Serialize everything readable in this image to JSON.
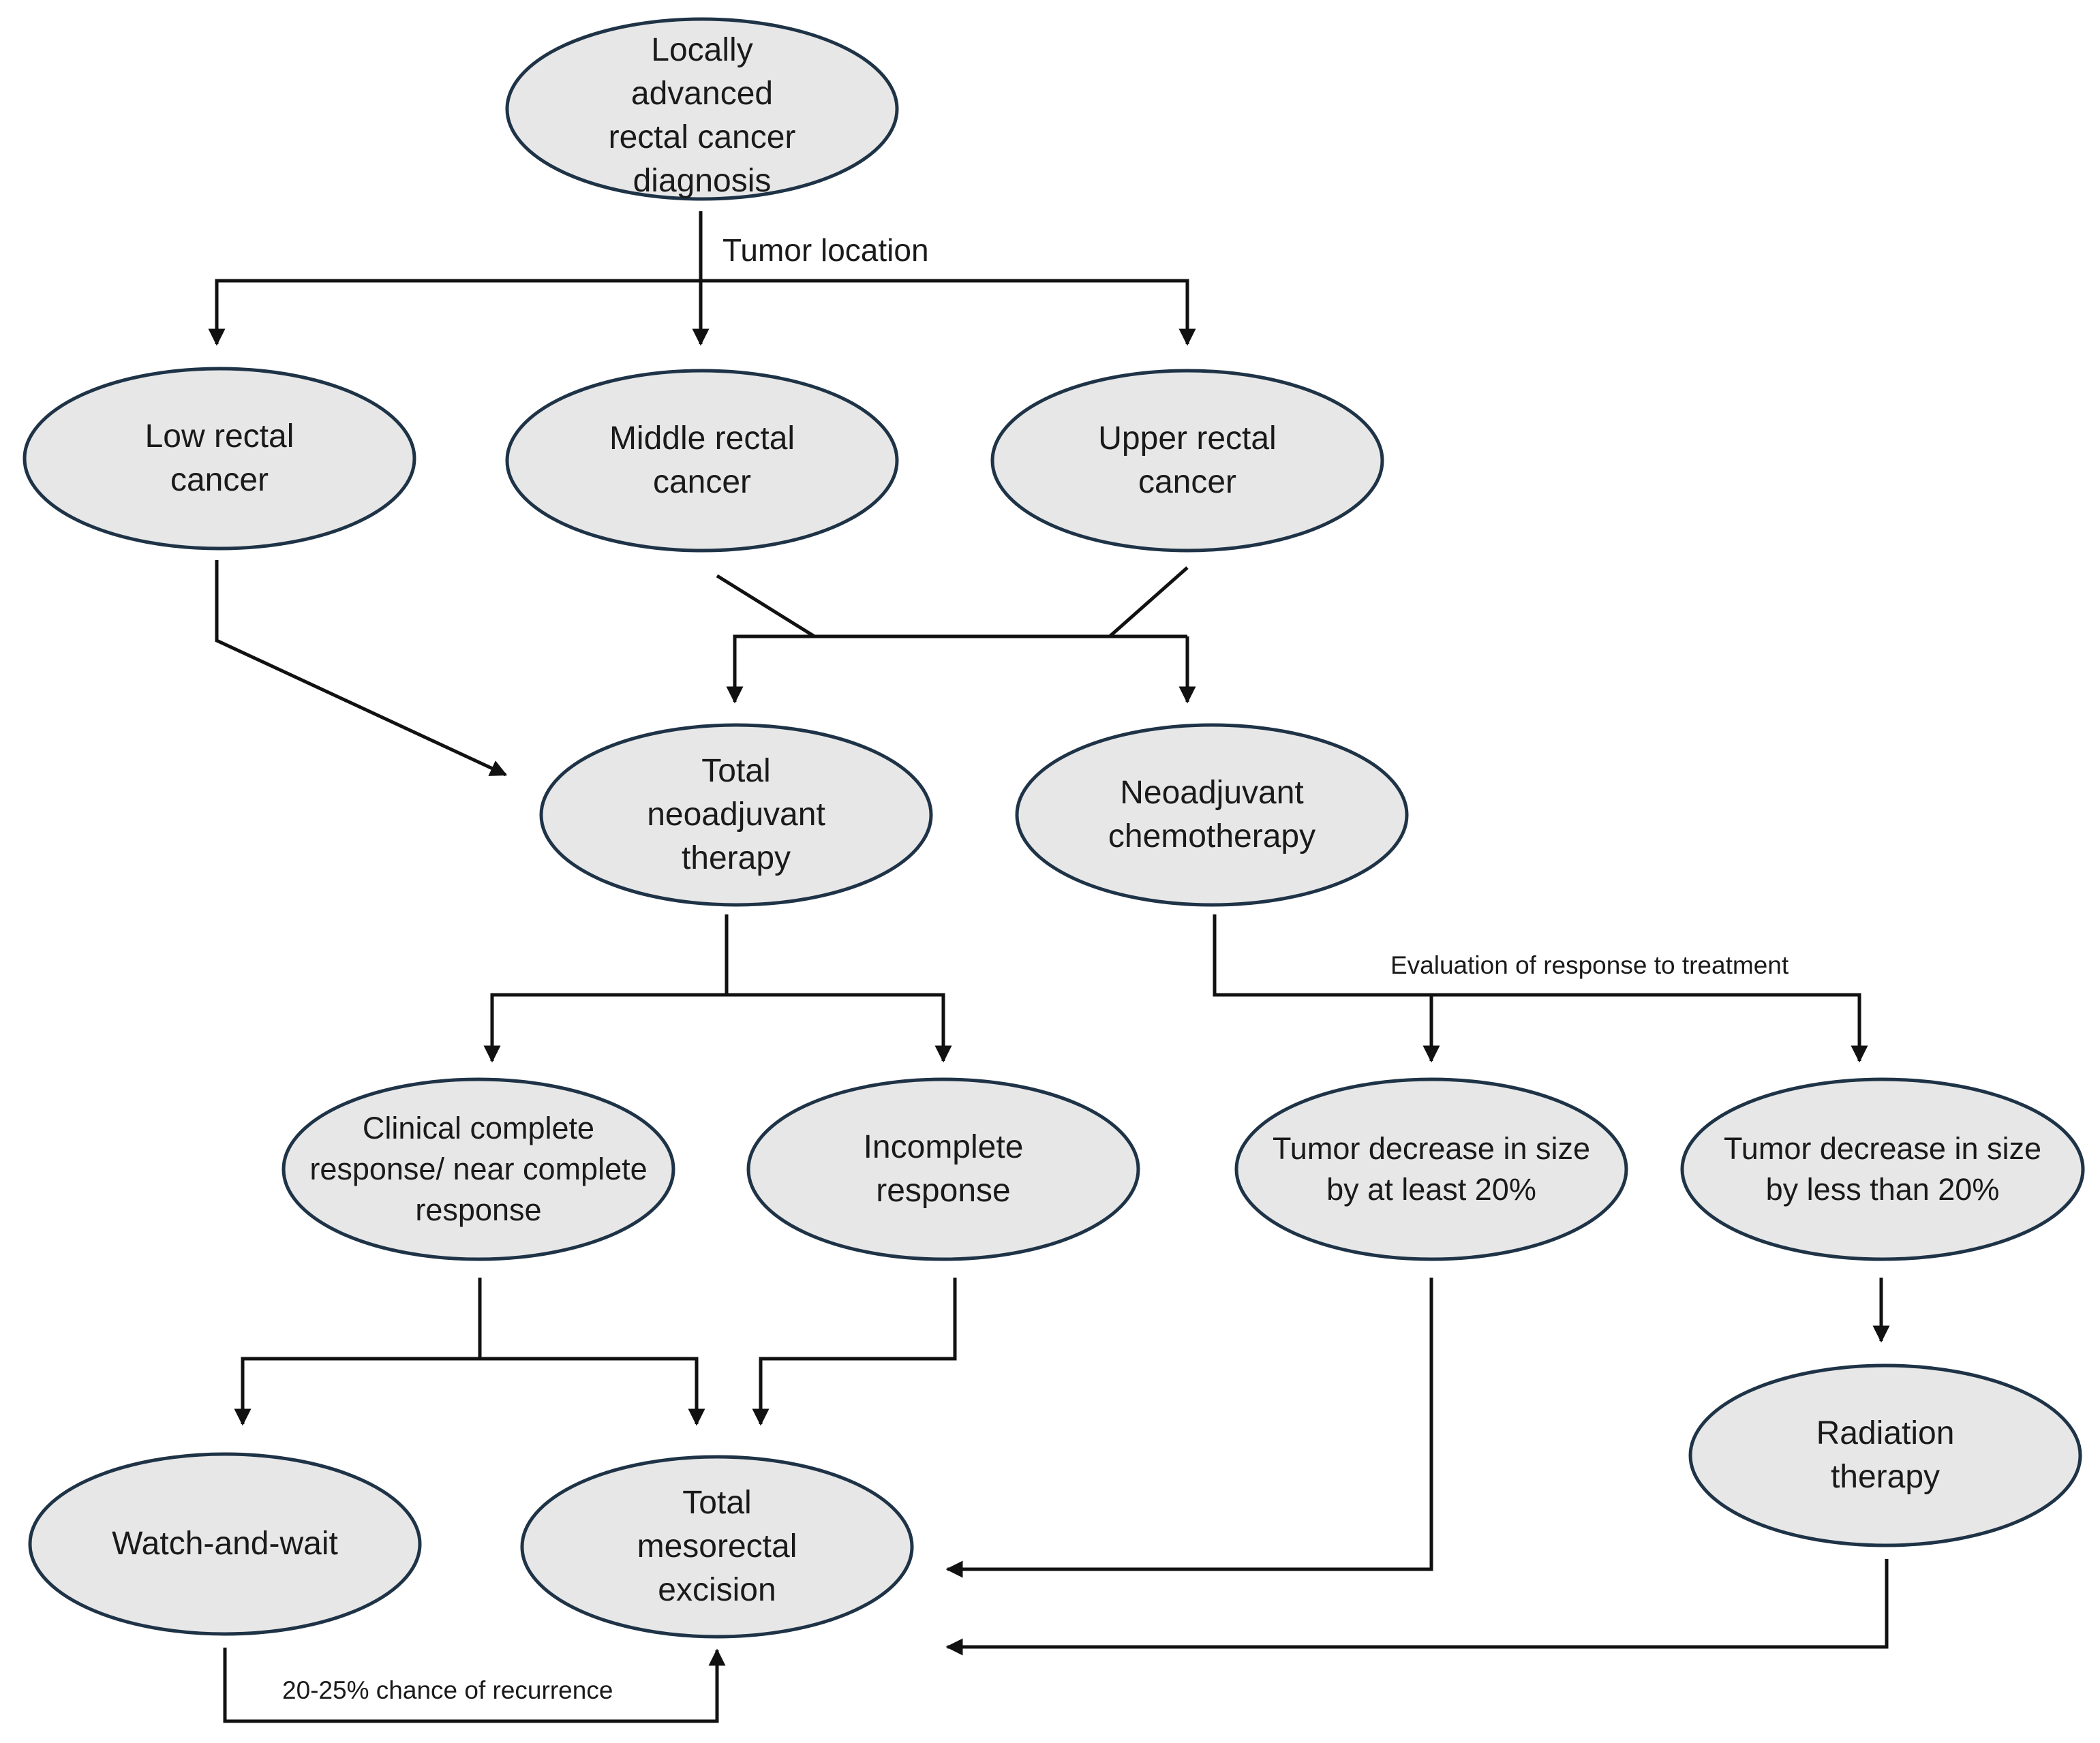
{
  "colors": {
    "node_fill": "#e7e7e7",
    "node_stroke": "#1f3347",
    "line": "#111111"
  },
  "nodes": {
    "diagnosis": "Locally\nadvanced\nrectal cancer\ndiagnosis",
    "low": "Low rectal\ncancer",
    "middle": "Middle rectal\ncancer",
    "upper": "Upper rectal\ncancer",
    "tnt": "Total\nneoadjuvant\ntherapy",
    "neochemo": "Neoadjuvant\nchemotherapy",
    "ccr": "Clinical complete\nresponse/ near complete\nresponse",
    "incomplete": "Incomplete\nresponse",
    "decrease20": "Tumor decrease in size\nby at least 20%",
    "decrease_less20": "Tumor decrease in size\nby less than 20%",
    "radiation": "Radiation\ntherapy",
    "watch": "Watch-and-wait",
    "tme": "Total\nmesorectal\nexcision"
  },
  "edge_labels": {
    "tumor_location": "Tumor location",
    "evaluation": "Evaluation of response to treatment",
    "recurrence": "20-25% chance of recurrence"
  }
}
